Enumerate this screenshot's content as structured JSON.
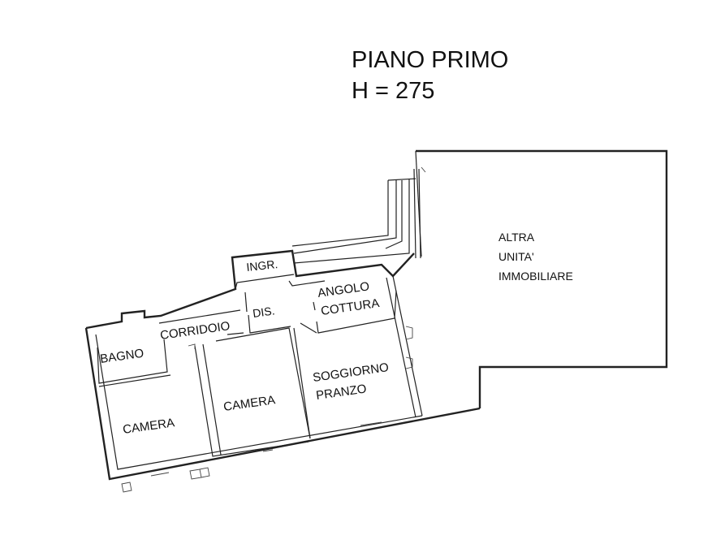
{
  "title": {
    "line1": "PIANO PRIMO",
    "line2": "H = 275"
  },
  "rooms": {
    "ingr": "INGR.",
    "corridoio": "CORRIDOIO",
    "dis": "DIS.",
    "angolo_1": "ANGOLO",
    "angolo_2": "COTTURA",
    "bagno": "BAGNO",
    "soggiorno_1": "SOGGIORNO",
    "soggiorno_2": "PRANZO",
    "camera_left": "CAMERA",
    "camera_mid": "CAMERA"
  },
  "other_unit": {
    "line1": "ALTRA",
    "line2": "UNITA'",
    "line3": "IMMOBILIARE"
  }
}
